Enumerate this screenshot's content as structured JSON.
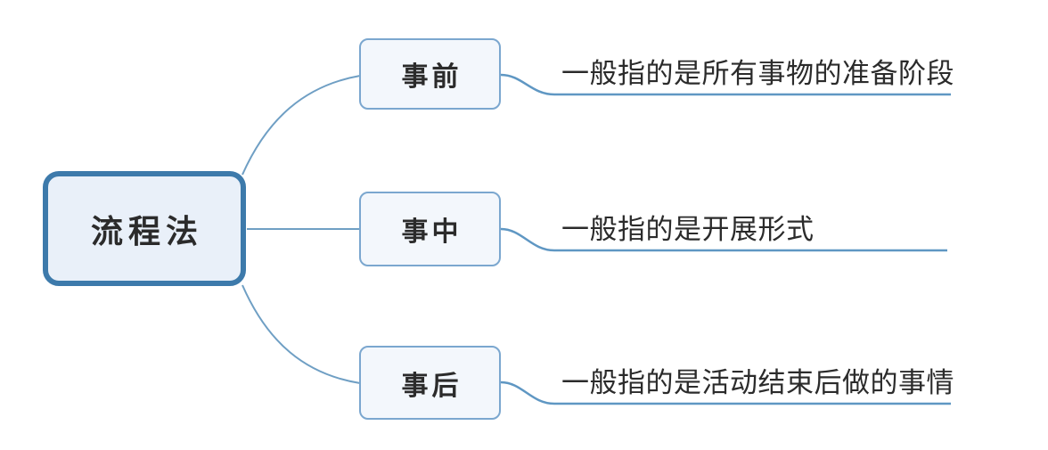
{
  "root": {
    "label": "流程法"
  },
  "branches": [
    {
      "label": "事前",
      "description": "一般指的是所有事物的准备阶段"
    },
    {
      "label": "事中",
      "description": "一般指的是开展形式"
    },
    {
      "label": "事后",
      "description": "一般指的是活动结束后做的事情"
    }
  ],
  "colors": {
    "background": "#ffffff",
    "root_border": "#3d7aab",
    "root_fill": "#e9f0f9",
    "branch_border": "#7ba7cf",
    "branch_fill": "#f3f7fc",
    "connector": "#6f9fc4",
    "underline": "#5f97c3",
    "text": "#2b2b2b"
  }
}
